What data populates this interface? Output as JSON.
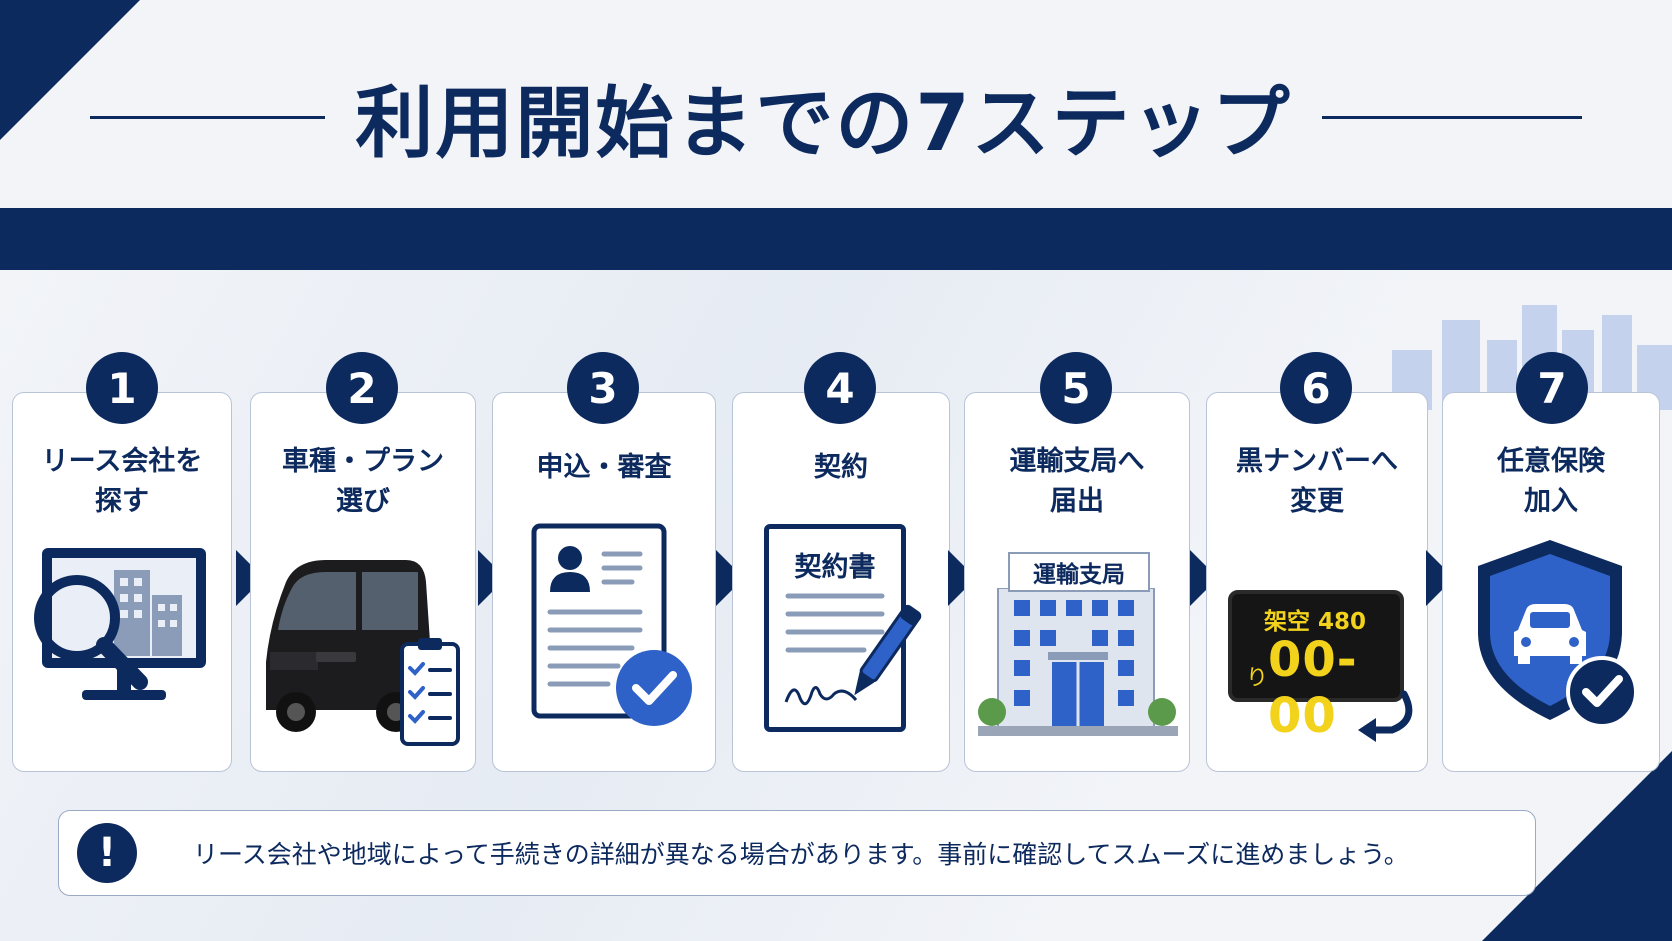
{
  "title": "利用開始までの7ステップ",
  "colors": {
    "navy": "#0d2a5e",
    "blue": "#2f62c8",
    "plate_yellow": "#f2d21b"
  },
  "steps": [
    {
      "number": "1",
      "label_line1": "リース会社を",
      "label_line2": "探す",
      "icon": "search-building-monitor-icon"
    },
    {
      "number": "2",
      "label_line1": "車種・プラン",
      "label_line2": "選び",
      "icon": "van-checklist-icon"
    },
    {
      "number": "3",
      "label_line1": "申込・審査",
      "label_line2": "",
      "icon": "application-form-check-icon"
    },
    {
      "number": "4",
      "label_line1": "契約",
      "label_line2": "",
      "icon": "contract-pen-icon",
      "document_title": "契約書"
    },
    {
      "number": "5",
      "label_line1": "運輸支局へ",
      "label_line2": "届出",
      "icon": "government-building-icon",
      "sign_text": "運輸支局"
    },
    {
      "number": "6",
      "label_line1": "黒ナンバーへ",
      "label_line2": "変更",
      "icon": "black-license-plate-icon",
      "plate_top": "架空 480",
      "plate_kana": "り",
      "plate_number": "00-00"
    },
    {
      "number": "7",
      "label_line1": "任意保険",
      "label_line2": "加入",
      "icon": "insurance-shield-car-icon"
    }
  ],
  "note": {
    "icon": "exclamation-icon",
    "text": "リース会社や地域によって手続きの詳細が異なる場合があります。事前に確認してスムーズに進めましょう。"
  }
}
